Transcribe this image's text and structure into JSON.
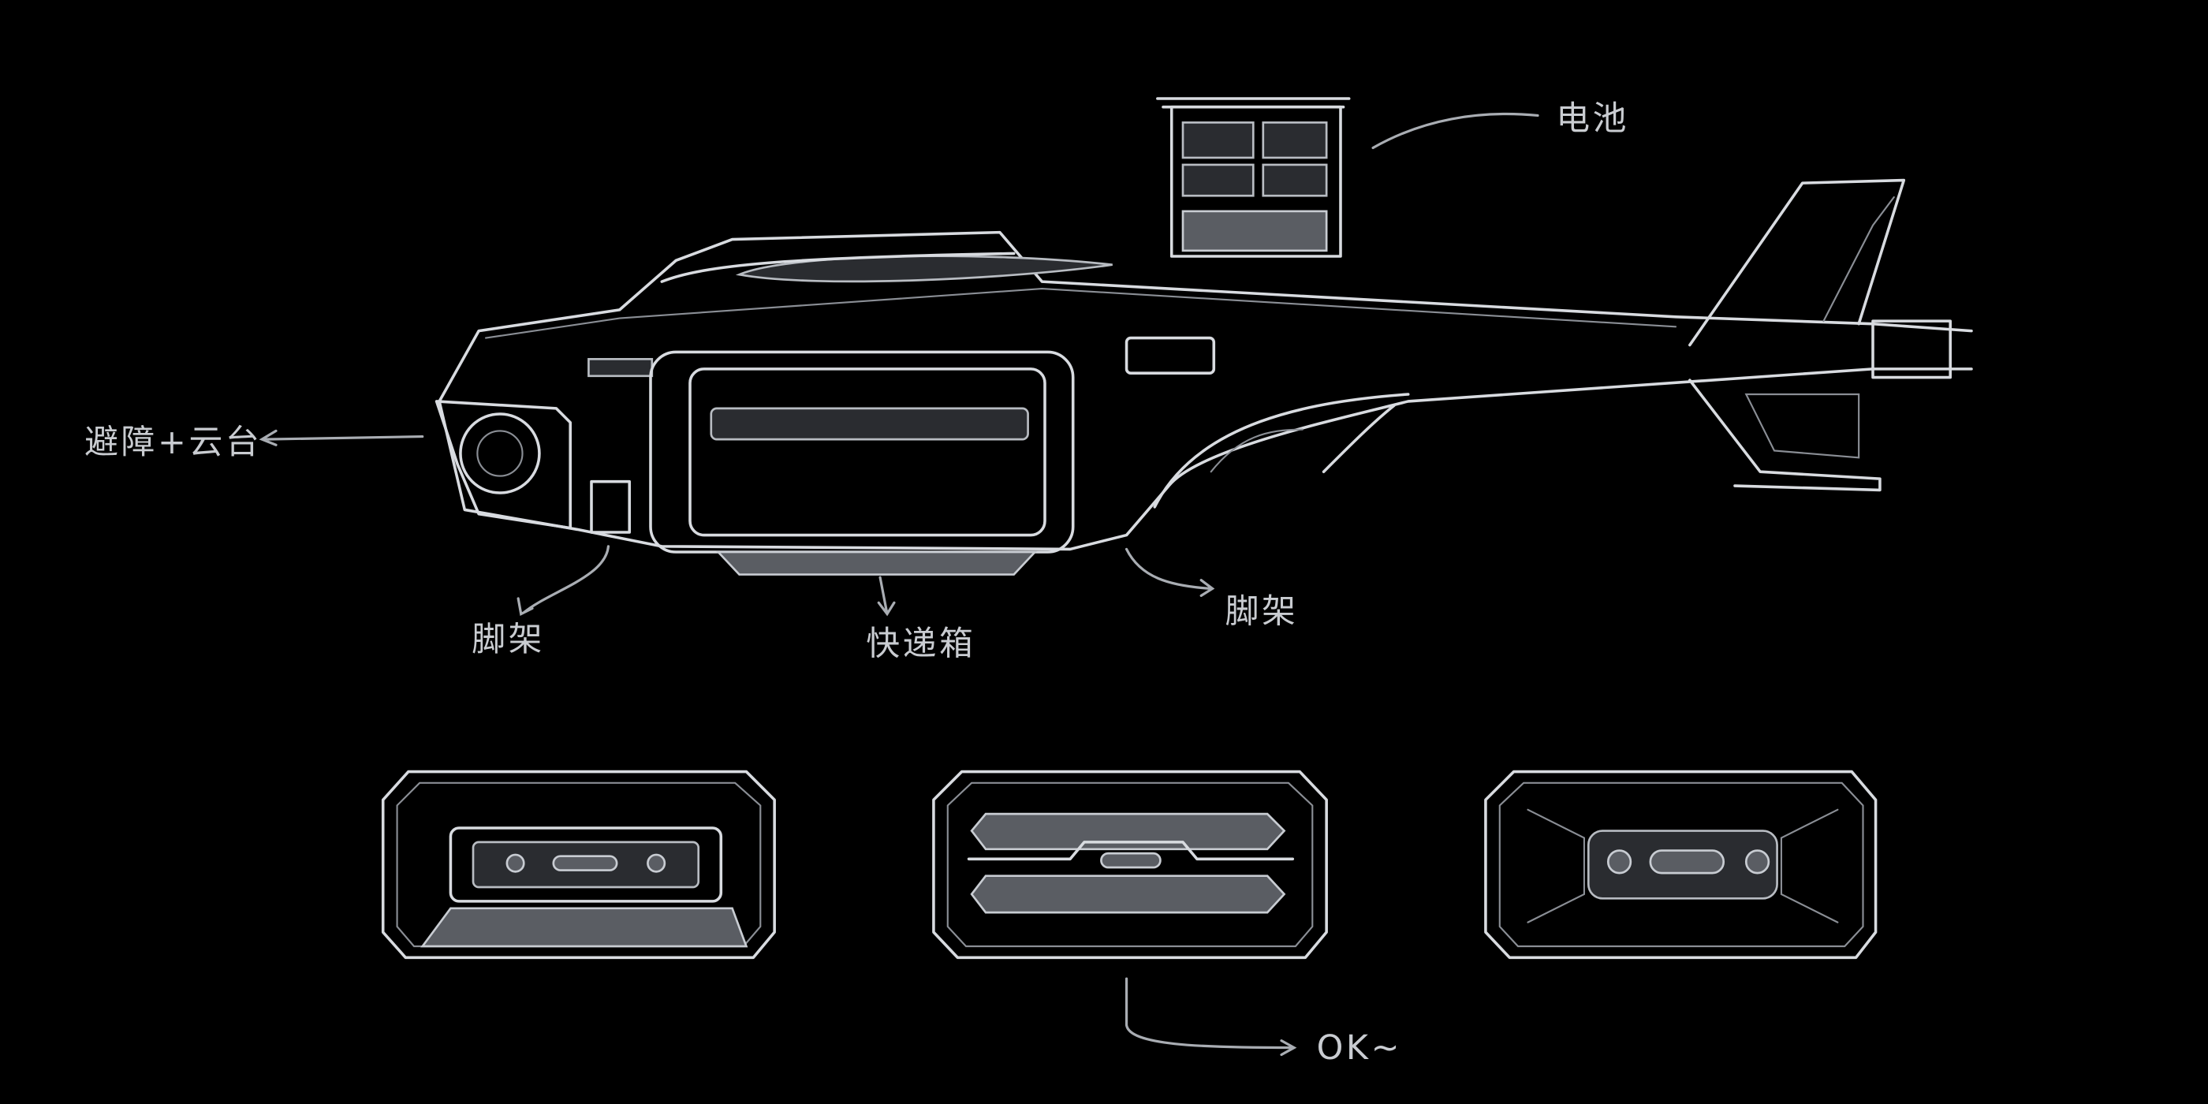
{
  "labels": {
    "battery": "电池",
    "obstacle_gimbal": "避障+云台",
    "landing_gear_left": "脚架",
    "delivery_box": "快递箱",
    "landing_gear_right": "脚架",
    "ok_note": "OK~"
  },
  "colors": {
    "background": "#000000",
    "stroke": "#d8dbe0"
  }
}
